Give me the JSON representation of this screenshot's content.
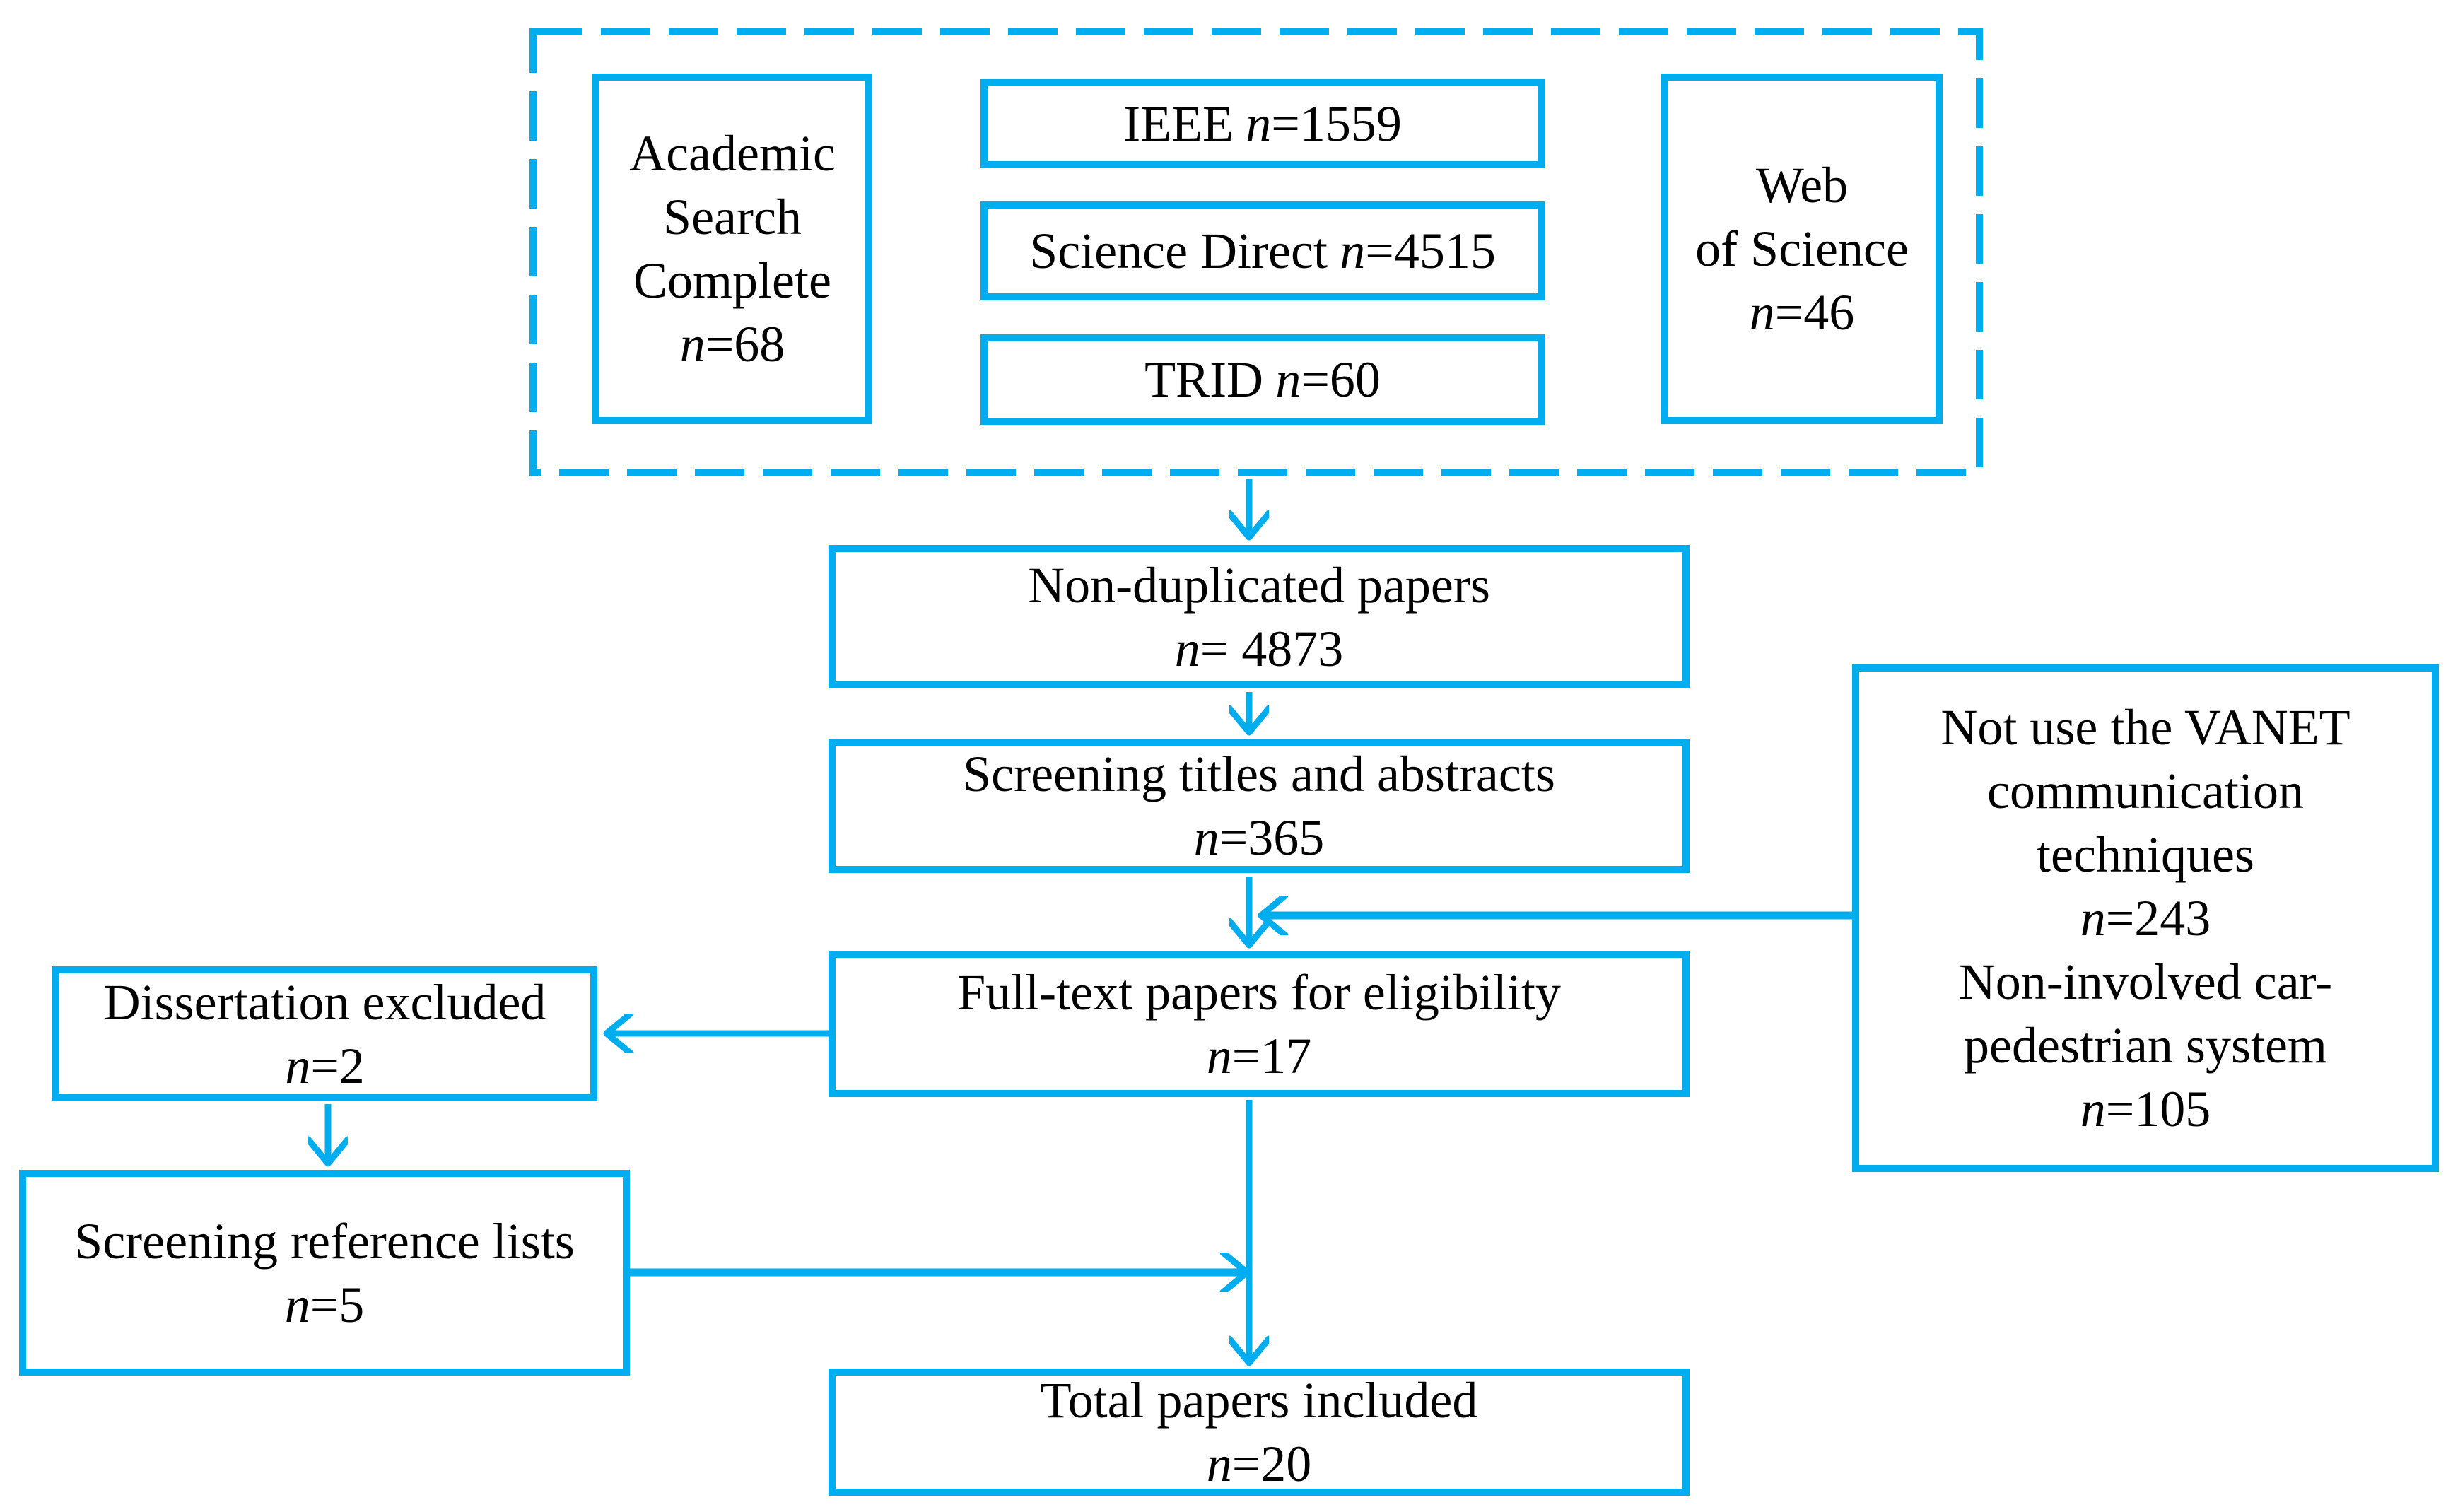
{
  "colors": {
    "accent": "#00AEEF",
    "text": "#000000",
    "background": "#FFFFFF"
  },
  "sources": {
    "academic": {
      "lines": [
        "Academic",
        "Search",
        "Complete"
      ],
      "n": "n",
      "count": "=68"
    },
    "ieee": {
      "label": "IEEE",
      "n": "n",
      "count": "=1559"
    },
    "science_direct": {
      "label": "Science Direct",
      "n": "n",
      "count": "=4515"
    },
    "trid": {
      "label": "TRID",
      "n": "n",
      "count": "=60"
    },
    "web_of_science": {
      "lines": [
        "Web",
        "of Science"
      ],
      "n": "n",
      "count": "=46"
    }
  },
  "flow": {
    "non_duplicated": {
      "label": "Non-duplicated papers",
      "n": "n",
      "count": "= 4873"
    },
    "screening_titles": {
      "label": "Screening titles and abstracts",
      "n": "n",
      "count": "=365"
    },
    "full_text": {
      "label": "Full-text papers for eligibility",
      "n": "n",
      "count": "=17"
    },
    "total": {
      "label": "Total papers included",
      "n": "n",
      "count": "=20"
    }
  },
  "exclusions": {
    "vanet": {
      "lines": [
        "Not use the VANET",
        "communication",
        "techniques"
      ],
      "n": "n",
      "count": "=243"
    },
    "car_pedestrian": {
      "lines": [
        "Non-involved car-",
        "pedestrian system"
      ],
      "n": "n",
      "count": "=105"
    }
  },
  "side": {
    "dissertation": {
      "label": "Dissertation excluded",
      "n": "n",
      "count": "=2"
    },
    "screening_refs": {
      "label": "Screening reference lists",
      "n": "n",
      "count": "=5"
    }
  }
}
